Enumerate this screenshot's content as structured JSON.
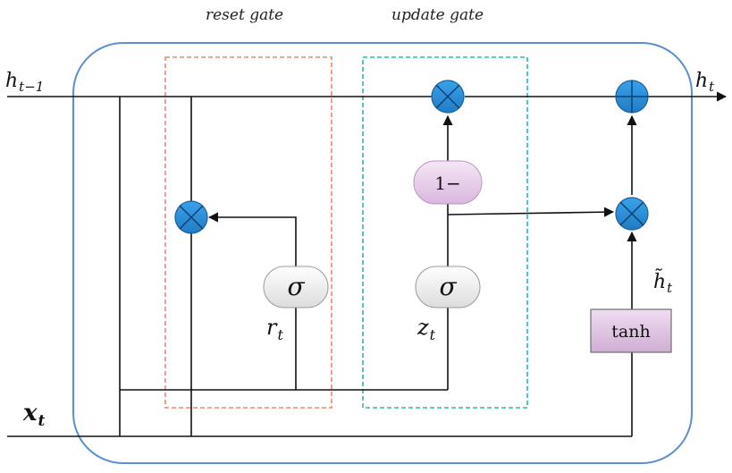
{
  "labels": {
    "reset_gate": "reset gate",
    "update_gate": "update gate",
    "h_prev": "h",
    "h_prev_sub": "t−1",
    "h_out": "h",
    "h_out_sub": "t",
    "x_in": "x",
    "x_in_sub": "t",
    "r": "r",
    "r_sub": "t",
    "z": "z",
    "z_sub": "t",
    "h_tilde": "h̃",
    "h_tilde_sub": "t"
  },
  "blocks": {
    "sigma_reset": "σ",
    "sigma_update": "σ",
    "one_minus": "1−",
    "tanh": "tanh"
  },
  "colors": {
    "cell_border": "#5b8fd0",
    "reset_box": "#e8896a",
    "update_box": "#2fb8a0",
    "op_fill": "#2f8fd8",
    "op_stroke": "#1a5f9a",
    "sigma_fill": "#f2f2f2",
    "one_minus_fill": "#ead3ee",
    "tanh_fill": "#e2cbe6",
    "line": "#111111"
  },
  "operators": {
    "multiply_icon": "circle-times-icon",
    "add_icon": "circle-plus-icon"
  }
}
